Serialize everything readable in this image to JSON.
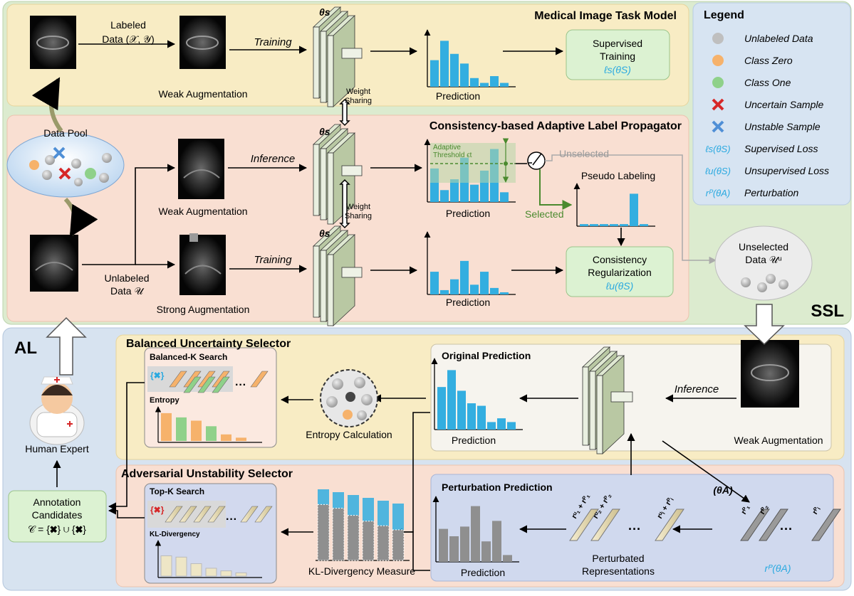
{
  "ssl": {
    "tag": "SSL",
    "task_model": {
      "title": "Medical Image Task Model",
      "labeled_data": "Labeled",
      "labeled_data_2": "Data (𝒳, 𝒴)",
      "weak_aug": "Weak Augmentation",
      "training": "Training",
      "theta": "θs",
      "prediction": "Prediction",
      "supervised_1": "Supervised",
      "supervised_2": "Training",
      "supervised_loss": "ℓs(θS)",
      "weight_sharing_1": "Weight",
      "weight_sharing_2": "Sharing",
      "pred_values": [
        0.55,
        0.95,
        0.68,
        0.48,
        0.18,
        0.08,
        0.22,
        0.08
      ]
    },
    "propagator": {
      "title": "Consistency-based Adaptive Label Propagator",
      "data_pool": "Data Pool",
      "inference": "Inference",
      "weak_aug": "Weak Augmentation",
      "strong_aug": "Strong Augmentation",
      "training": "Training",
      "unlabeled_1": "Unlabeled",
      "unlabeled_2": "Data 𝒰",
      "theta_a": "θs",
      "theta_b": "θs",
      "adaptive_1": "Adaptive",
      "adaptive_2": "Threshold ϵt",
      "prediction_a": "Prediction",
      "prediction_b": "Prediction",
      "unselected": "Unselected",
      "selected": "Selected",
      "pseudo_labeling": "Pseudo  Labeling",
      "consistency_1": "Consistency",
      "consistency_2": "Regularization",
      "unsup_loss": "ℓu(θS)",
      "unselected_data_1": "Unselected",
      "unselected_data_2": "Data 𝒰ᵘ",
      "weight_sharing_1": "Weight",
      "weight_sharing_2": "Sharing",
      "pred_a_values": [
        0.62,
        0.22,
        0.42,
        0.82,
        0.32,
        0.58,
        0.98,
        0.18
      ],
      "pred_b_values": [
        0.42,
        0.08,
        0.28,
        0.62,
        0.18,
        0.42,
        0.12,
        0.04
      ],
      "pseudo_values": [
        0.06,
        0.06,
        0.06,
        0.06,
        0.06,
        0.95,
        0.06
      ]
    }
  },
  "legend": {
    "title": "Legend",
    "items": [
      {
        "label": "Unlabeled Data",
        "icon": "gray-dot-icon",
        "color": "#bfbfbf"
      },
      {
        "label": "Class Zero",
        "icon": "orange-dot-icon",
        "color": "#f6b26b"
      },
      {
        "label": "Class One",
        "icon": "green-dot-icon",
        "color": "#8fd18a"
      },
      {
        "label": "Uncertain Sample",
        "icon": "red-cross-icon",
        "color": "#d62728"
      },
      {
        "label": "Unstable Sample",
        "icon": "blue-cross-icon",
        "color": "#4f8fd6"
      },
      {
        "label": "Supervised Loss",
        "symbol": "ℓs(θS)"
      },
      {
        "label": "Unsupervised Loss",
        "symbol": "ℓu(θS)"
      },
      {
        "label": "Perturbation",
        "symbol": "rᴾ(θA)"
      }
    ]
  },
  "al": {
    "tag": "AL",
    "human_expert": "Human Expert",
    "annotation_1": "Annotation",
    "annotation_2": "Candidates",
    "annotation_formula": "𝒞 = {✖} ∪ {✖}",
    "balanced": {
      "title": "Balanced Uncertainty Selector",
      "search_title": "Balanced-K Search",
      "entropy": "Entropy",
      "entropy_calc": "Entropy Calculation",
      "original_prediction": "Original Prediction",
      "prediction": "Prediction",
      "inference": "Inference",
      "weak_aug": "Weak Augmentation",
      "orig_pred_values": [
        0.68,
        0.95,
        0.62,
        0.42,
        0.38,
        0.12,
        0.18,
        0.12
      ],
      "entropy_values": [
        0.85,
        0.72,
        0.62,
        0.45,
        0.2,
        0.1
      ]
    },
    "adversarial": {
      "title": "Adversarial Unstability Selector",
      "search_title": "Top-K Search",
      "kl": "KL-Divergency",
      "kl_measure": "KL-Divergency Measure",
      "perturbation_prediction": "Perturbation Prediction",
      "prediction": "Prediction",
      "perturbated_1": "Perturbated",
      "perturbated_2": "Representations",
      "perturbation_label": "rᴾ(θA)",
      "theta_a": "(θA)",
      "pert_pred_values": [
        0.58,
        0.45,
        0.62,
        0.98,
        0.36,
        0.72,
        0.12
      ],
      "kl_values": [
        0.62,
        0.58,
        0.38,
        0.24,
        0.16,
        0.1
      ]
    }
  },
  "colors": {
    "ssl_bg": "#dcebcf",
    "task_bg": "#f8ecc4",
    "prop_bg": "#f9dfd2",
    "al_bg": "#d7e3f0",
    "legend_bg": "#d7e4f2",
    "blue_bar": "#33aee0",
    "green_box": "#dcf2d2",
    "arrow_green": "#4a8a2e",
    "theta_color": "#2aa9e0"
  }
}
